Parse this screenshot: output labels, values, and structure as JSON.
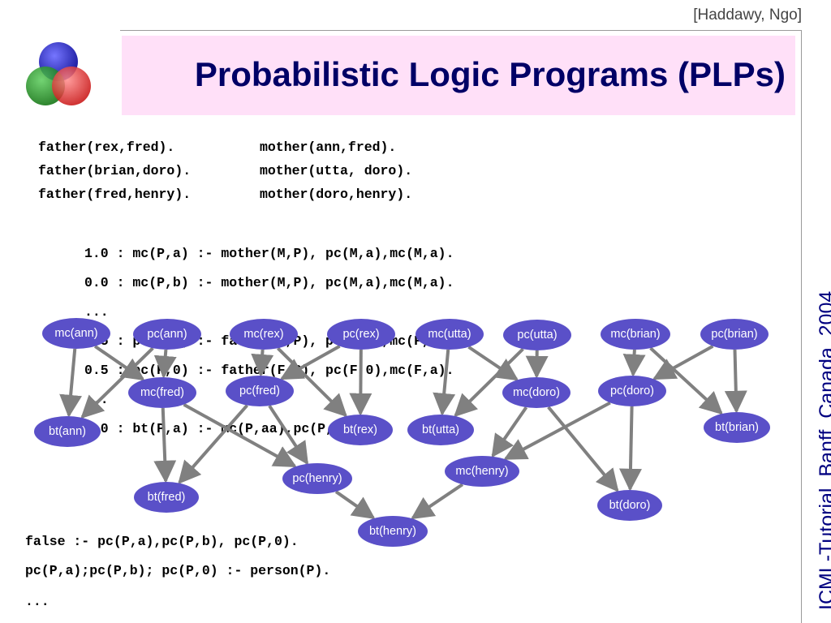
{
  "header": {
    "citation": "[Haddawy, Ngo]",
    "title": "Probabilistic Logic Programs (PLPs)",
    "side_text": "ICML-Tutorial, Banff, Canada, 2004"
  },
  "facts": {
    "father": [
      "father(rex,fred).",
      "father(brian,doro).",
      "father(fred,henry)."
    ],
    "mother": [
      "mother(ann,fred).",
      "mother(utta, doro).",
      "mother(doro,henry)."
    ]
  },
  "rules": [
    "1.0 : mc(P,a) :- mother(M,P), pc(M,a),mc(M,a).",
    "0.0 : mc(P,b) :- mother(M,P), pc(M,a),mc(M,a).",
    "...",
    "0.5 : pc(P,a) :- father(F,P), pc(F,0),mc(F,a).",
    "0.5 : pc(P,0) :- father(F,P), pc(F,0),mc(F,a).",
    "...",
    "1.0 : bt(P,a) :- mc(P,aa),pc(P,aa)"
  ],
  "constraints": [
    "false :- pc(P,a),pc(P,b), pc(P,0).",
    "pc(P,a);pc(P,b); pc(P,0) :- person(P).",
    "..."
  ],
  "graph": {
    "node_color": "#5a50c8",
    "edge_color": "#808080",
    "nodes": [
      {
        "id": "mc_ann",
        "label": "mc(ann)"
      },
      {
        "id": "pc_ann",
        "label": "pc(ann)"
      },
      {
        "id": "mc_rex",
        "label": "mc(rex)"
      },
      {
        "id": "pc_rex",
        "label": "pc(rex)"
      },
      {
        "id": "mc_utta",
        "label": "mc(utta)"
      },
      {
        "id": "pc_utta",
        "label": "pc(utta)"
      },
      {
        "id": "mc_brian",
        "label": "mc(brian)"
      },
      {
        "id": "pc_brian",
        "label": "pc(brian)"
      },
      {
        "id": "mc_fred",
        "label": "mc(fred)"
      },
      {
        "id": "pc_fred",
        "label": "pc(fred)"
      },
      {
        "id": "mc_doro",
        "label": "mc(doro)"
      },
      {
        "id": "pc_doro",
        "label": "pc(doro)"
      },
      {
        "id": "bt_ann",
        "label": "bt(ann)"
      },
      {
        "id": "bt_rex",
        "label": "bt(rex)"
      },
      {
        "id": "bt_utta",
        "label": "bt(utta)"
      },
      {
        "id": "bt_brian",
        "label": "bt(brian)"
      },
      {
        "id": "mc_henry",
        "label": "mc(henry)"
      },
      {
        "id": "pc_henry",
        "label": "pc(henry)"
      },
      {
        "id": "bt_fred",
        "label": "bt(fred)"
      },
      {
        "id": "bt_doro",
        "label": "bt(doro)"
      },
      {
        "id": "bt_henry",
        "label": "bt(henry)"
      }
    ],
    "edges": [
      [
        "mc_ann",
        "bt_ann"
      ],
      [
        "pc_ann",
        "bt_ann"
      ],
      [
        "mc_ann",
        "mc_fred"
      ],
      [
        "pc_ann",
        "mc_fred"
      ],
      [
        "mc_rex",
        "pc_fred"
      ],
      [
        "pc_rex",
        "pc_fred"
      ],
      [
        "mc_rex",
        "bt_rex"
      ],
      [
        "pc_rex",
        "bt_rex"
      ],
      [
        "mc_utta",
        "bt_utta"
      ],
      [
        "pc_utta",
        "bt_utta"
      ],
      [
        "mc_utta",
        "mc_doro"
      ],
      [
        "pc_utta",
        "mc_doro"
      ],
      [
        "mc_brian",
        "pc_doro"
      ],
      [
        "pc_brian",
        "pc_doro"
      ],
      [
        "mc_brian",
        "bt_brian"
      ],
      [
        "pc_brian",
        "bt_brian"
      ],
      [
        "mc_fred",
        "bt_fred"
      ],
      [
        "pc_fred",
        "bt_fred"
      ],
      [
        "mc_fred",
        "pc_henry"
      ],
      [
        "pc_fred",
        "pc_henry"
      ],
      [
        "mc_doro",
        "mc_henry"
      ],
      [
        "pc_doro",
        "mc_henry"
      ],
      [
        "mc_doro",
        "bt_doro"
      ],
      [
        "pc_doro",
        "bt_doro"
      ],
      [
        "mc_henry",
        "bt_henry"
      ],
      [
        "pc_henry",
        "bt_henry"
      ]
    ]
  }
}
